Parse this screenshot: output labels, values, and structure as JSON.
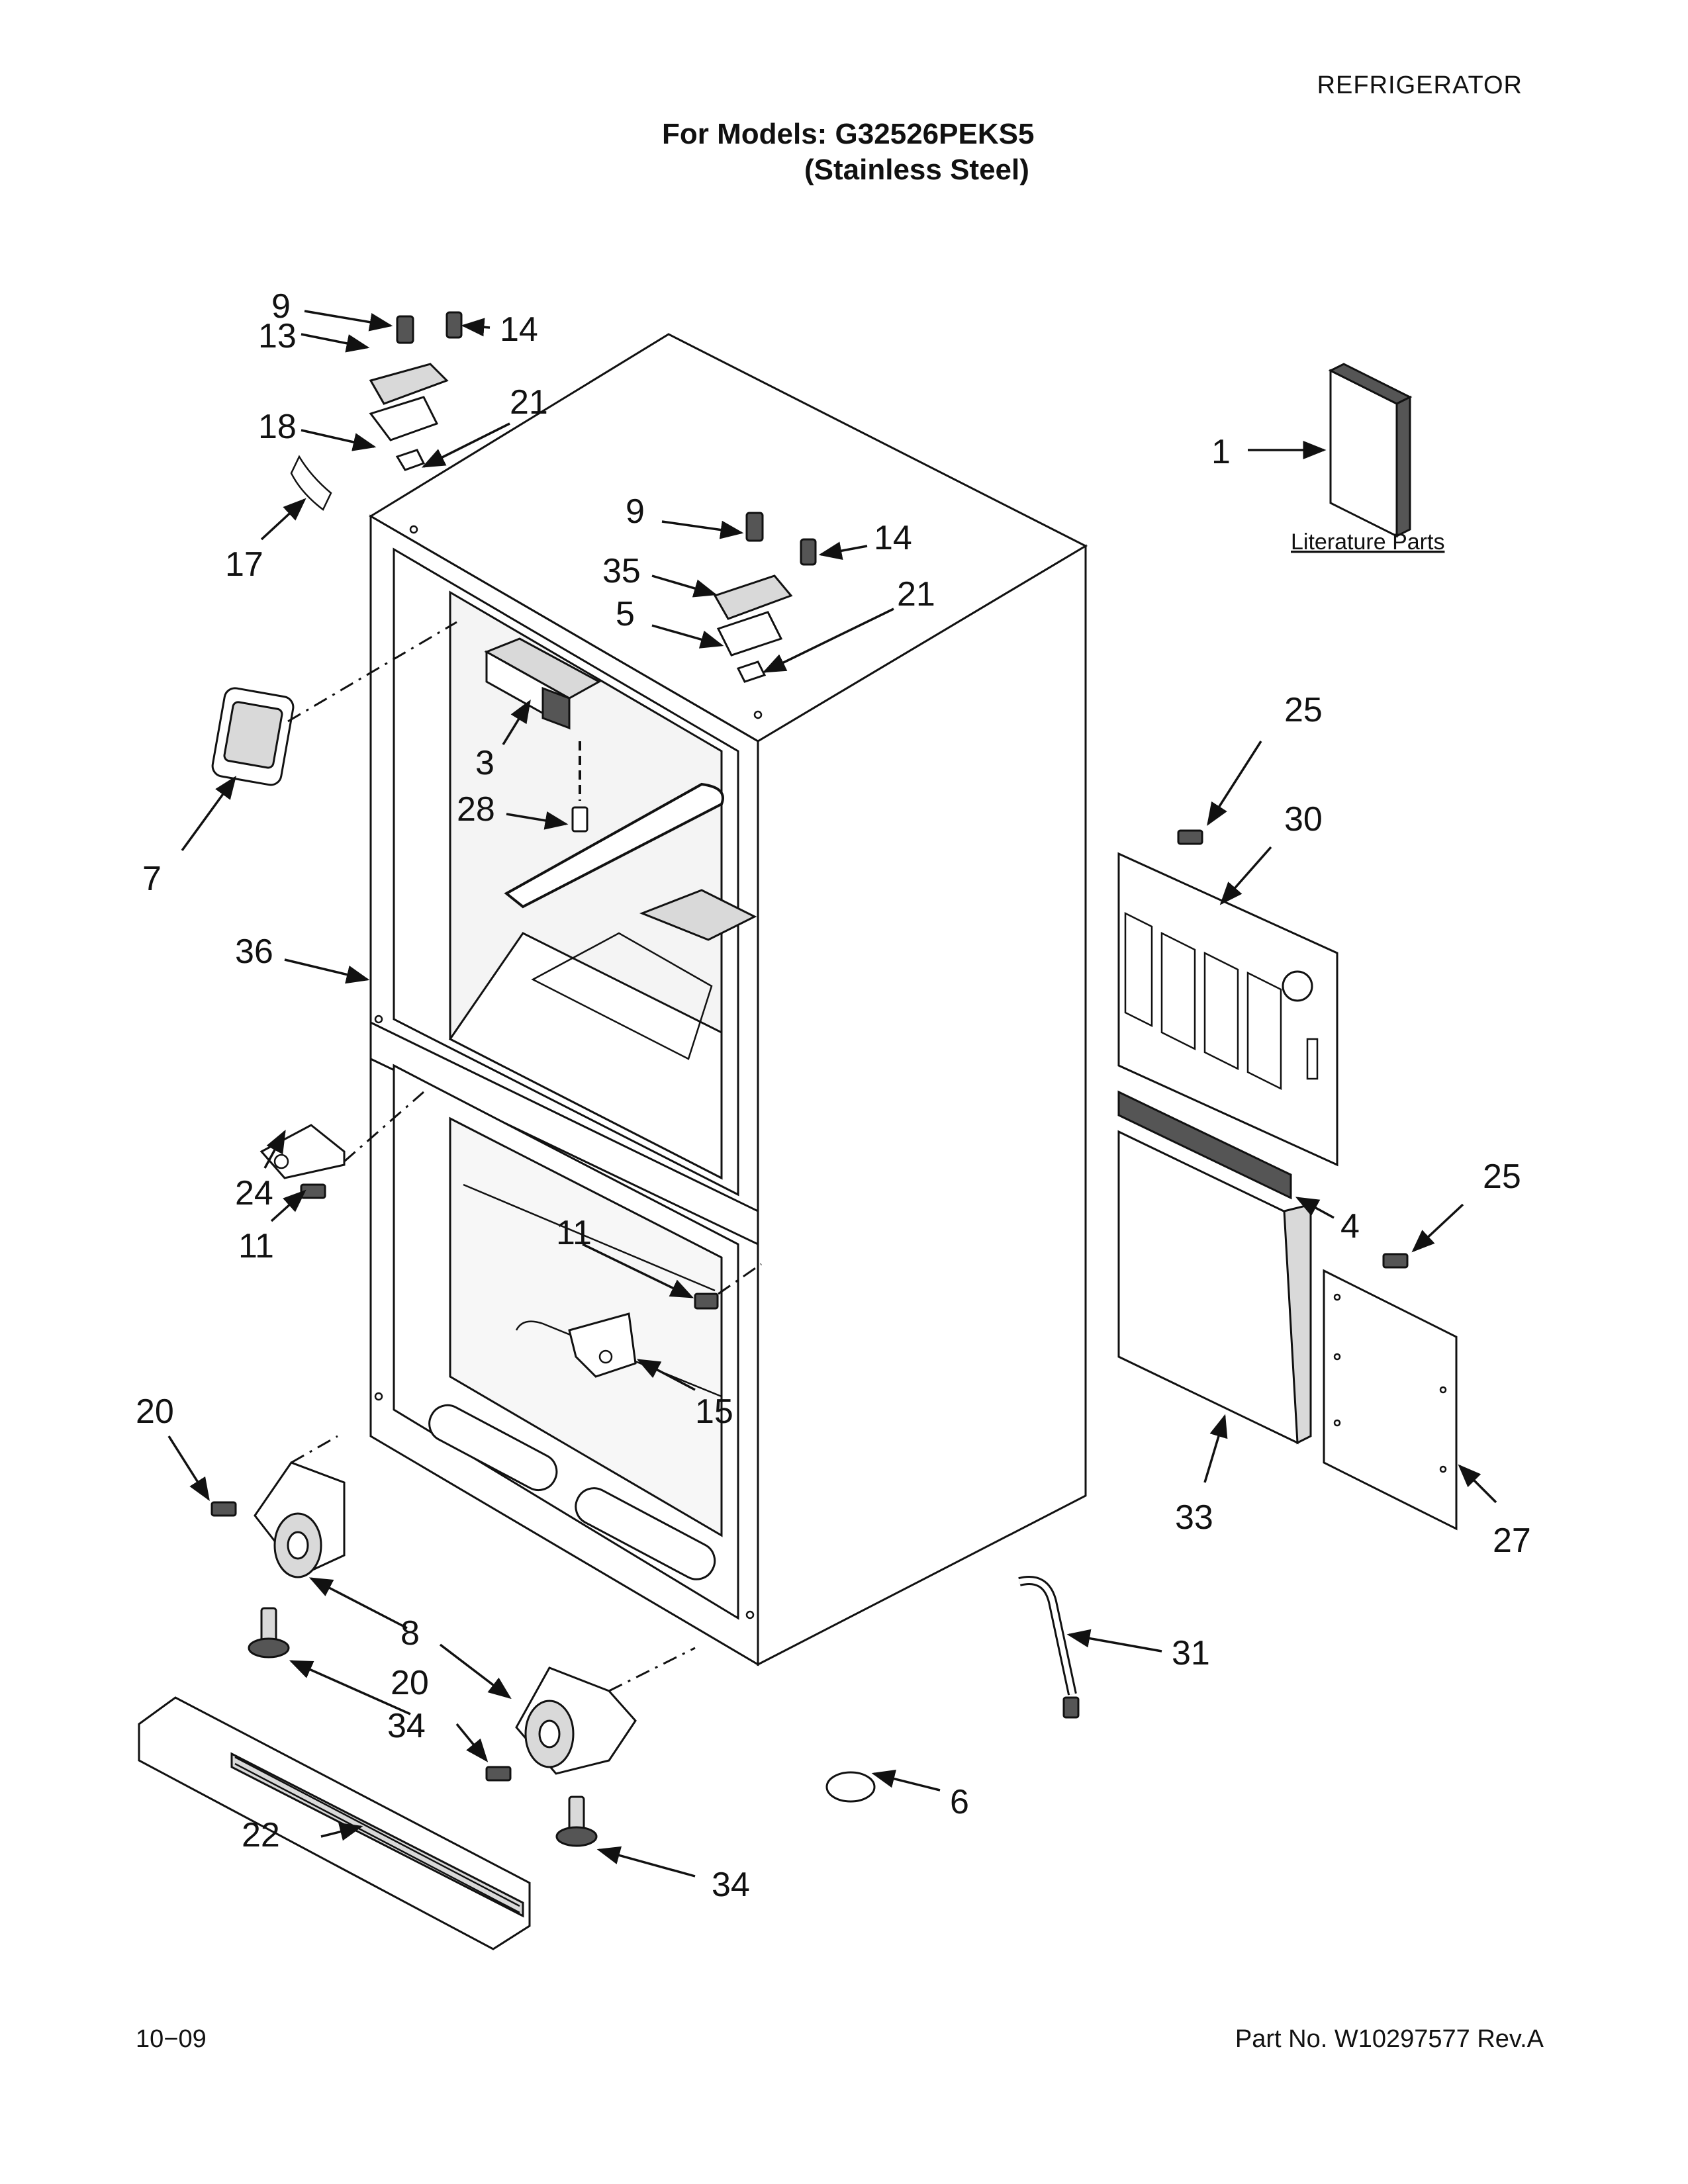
{
  "header": {
    "category": "REFRIGERATOR",
    "models_line": "For Models: G32526PEKS5",
    "finish_line": "(Stainless Steel)"
  },
  "footer": {
    "date": "10−09",
    "part_number": "Part No. W10297577 Rev.A"
  },
  "literature_label": "Literature Parts",
  "callouts": {
    "c1": "1",
    "c3": "3",
    "c4": "4",
    "c5": "5",
    "c6": "6",
    "c7": "7",
    "c8": "8",
    "c9a": "9",
    "c9b": "9",
    "c11a": "11",
    "c11b": "11",
    "c13": "13",
    "c14a": "14",
    "c14b": "14",
    "c15": "15",
    "c17": "17",
    "c18": "18",
    "c20a": "20",
    "c20b": "20",
    "c21a": "21",
    "c21b": "21",
    "c22": "22",
    "c24": "24",
    "c25a": "25",
    "c25b": "25",
    "c27": "27",
    "c28": "28",
    "c30": "30",
    "c31": "31",
    "c33": "33",
    "c34a": "34",
    "c34b": "34",
    "c35": "35",
    "c36": "36"
  }
}
